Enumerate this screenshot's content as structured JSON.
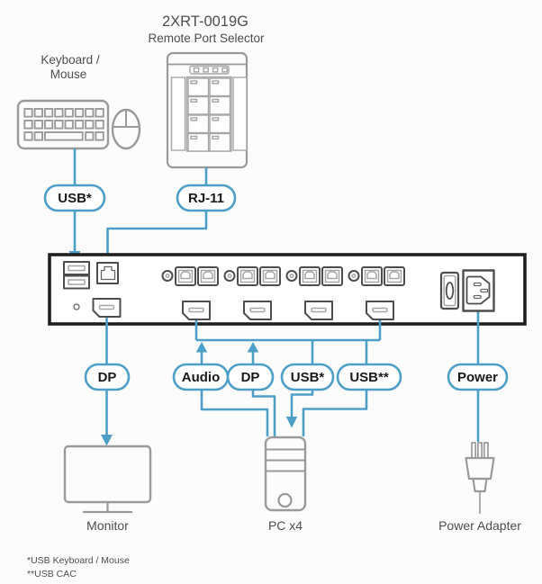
{
  "header": {
    "model": "2XRT-0019G",
    "product": "Remote Port Selector"
  },
  "keyboard_mouse": {
    "line1": "Keyboard /",
    "line2": "Mouse"
  },
  "pills": {
    "usb_console": "USB*",
    "rj11": "RJ-11",
    "dp_monitor": "DP",
    "audio": "Audio",
    "dp_pc": "DP",
    "usb_km": "USB*",
    "usb_cac": "USB**",
    "power": "Power"
  },
  "device_labels": {
    "monitor": "Monitor",
    "pc": "PC x4",
    "power_adapter": "Power Adapter"
  },
  "footnotes": {
    "line1": "*USB Keyboard / Mouse",
    "line2": "**USB CAC"
  },
  "colors": {
    "connector_blue": "#4E9FC8",
    "device_gray": "#9A9A9A",
    "switch_border": "#1F1F1F",
    "port_dark": "#4D4D4D",
    "port_light": "#A6A6A6",
    "text_gray": "#4D4D4D",
    "pill_text": "#1A1A1A",
    "background": "#FCFCFC"
  }
}
